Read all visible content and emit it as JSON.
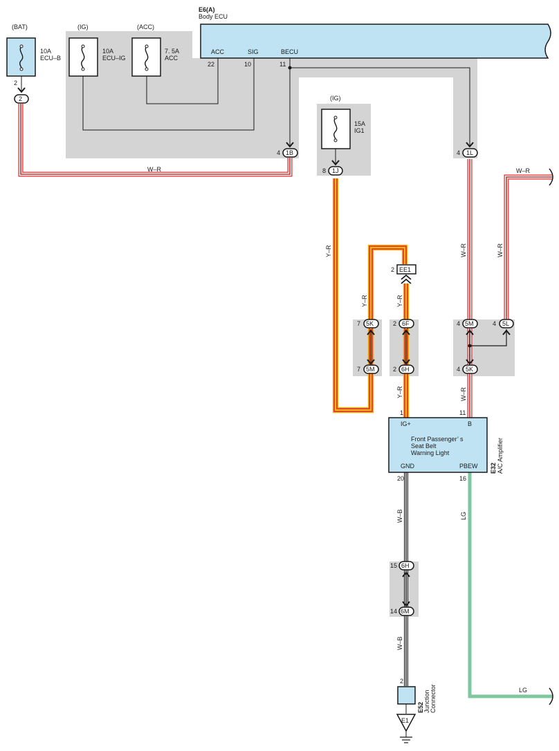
{
  "fuses": [
    {
      "id": "bat",
      "source": "(BAT)",
      "rating": "10A",
      "name": "ECU–B",
      "pin": "2",
      "connector": "2"
    },
    {
      "id": "ig",
      "source": "(IG)",
      "rating": "10A",
      "name": "ECU–IG"
    },
    {
      "id": "acc",
      "source": "(ACC)",
      "rating": "7. 5A",
      "name": "ACC"
    },
    {
      "id": "ig1",
      "source": "(IG)",
      "rating": "15A",
      "name": "IG1",
      "pin": "8",
      "connector": "1J"
    }
  ],
  "body_ecu": {
    "code": "E6(A)",
    "name": "Body ECU",
    "terminals": [
      {
        "name": "ACC",
        "pin": "22"
      },
      {
        "name": "SIG",
        "pin": "10"
      },
      {
        "name": "BECU",
        "pin": "11"
      }
    ]
  },
  "junction_1b": {
    "pin": "4",
    "connector": "1B"
  },
  "junction_1l": {
    "pin": "4",
    "connector": "1L"
  },
  "ee1": {
    "pin": "2",
    "connector": "EE1"
  },
  "junction_5k_top": {
    "pin": "7",
    "connector": "5K"
  },
  "junction_5m_left": {
    "pin": "7",
    "connector": "5M"
  },
  "junction_6f": {
    "pin": "2",
    "connector": "6F"
  },
  "junction_6h_top": {
    "pin": "2",
    "connector": "6H"
  },
  "junction_5m_right": {
    "pin": "4",
    "connector": "5M"
  },
  "junction_5l": {
    "pin": "4",
    "connector": "5L"
  },
  "junction_5k_bottom": {
    "pin": "4",
    "connector": "5K"
  },
  "junction_6h_bottom": {
    "pin": "15",
    "connector": "6H"
  },
  "junction_6m_bottom": {
    "pin": "14",
    "connector": "6M"
  },
  "wire_labels": {
    "wr_bottom": "W–R",
    "yr_main": "Y–R",
    "yr_loop": "Y–R",
    "yr_ee1": "Y–R",
    "yr_amp": "Y–R",
    "wr_right": "W–R",
    "wr_right2": "W–R",
    "wr_top_right": "W–R",
    "wr_amp": "W–R",
    "wb_1": "W–B",
    "wb_2": "W–B",
    "lg_vert": "LG",
    "lg_horiz": "LG"
  },
  "amplifier": {
    "code": "E32",
    "name": "A/C Amplifier",
    "description": [
      "Front Passenger’ s",
      "Seat Belt",
      "Warning Light"
    ],
    "terminals": [
      {
        "name": "IG+",
        "pin": "1"
      },
      {
        "name": "B",
        "pin": "11"
      },
      {
        "name": "GND",
        "pin": "20"
      },
      {
        "name": "PBEW",
        "pin": "16"
      }
    ]
  },
  "junction_connector": {
    "code": "E52",
    "name": [
      "Junction",
      "Connector"
    ],
    "pin": "2"
  },
  "ground": {
    "label": "E1"
  },
  "colors": {
    "panel_gray": "#d4d4d4",
    "component_blue": "#bfe3f2",
    "wire_red": "#d92b2b",
    "wire_yellow": "#f2b319",
    "wire_green": "#7fc79c",
    "line_dark": "#1a1a1a"
  }
}
